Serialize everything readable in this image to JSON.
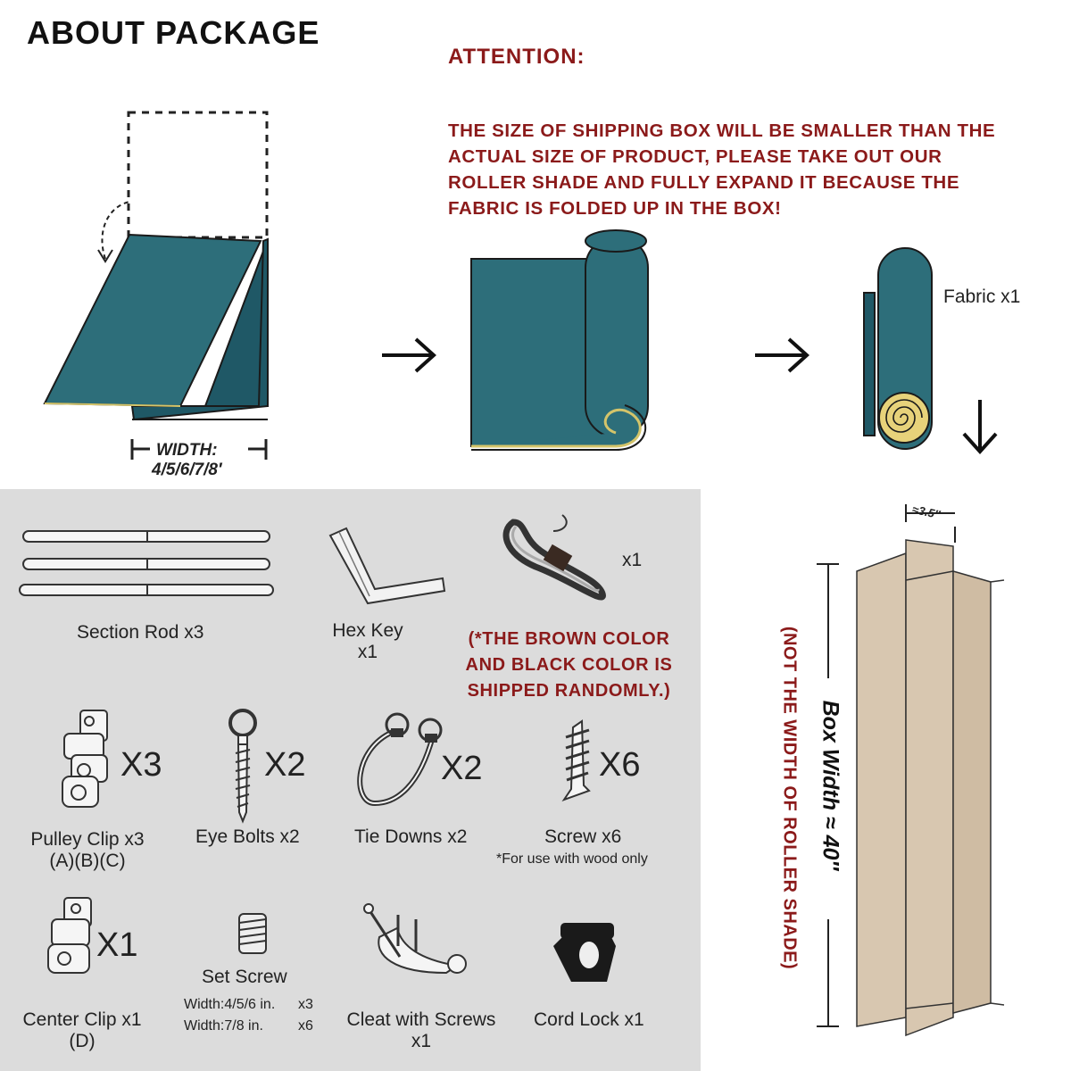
{
  "header": {
    "title": "ABOUT PACKAGE",
    "attention_title": "ATTENTION:",
    "attention_lines": [
      "THE SIZE OF SHIPPING BOX WILL BE SMALLER THAN THE",
      "ACTUAL SIZE OF PRODUCT, PLEASE TAKE OUT OUR",
      "ROLLER SHADE AND FULLY EXPAND IT BECAUSE THE",
      "FABRIC IS FOLDED UP IN THE BOX!"
    ]
  },
  "fabric": {
    "width_label": "WIDTH:",
    "width_values": "4/5/6/7/8′",
    "fabric_label": "Fabric x1"
  },
  "parts": {
    "section_rod": "Section Rod x3",
    "hex_key_line1": "Hex Key",
    "hex_key_line2": "x1",
    "cord_qty": "x1",
    "cord_note_lines": [
      "(*THE BROWN COLOR",
      "AND BLACK COLOR IS",
      "SHIPPED RANDOMLY.)"
    ],
    "pulley_qty": "X3",
    "pulley_line1": "Pulley Clip x3",
    "pulley_line2": "(A)(B)(C)",
    "eye_qty": "X2",
    "eye_label": "Eye Bolts x2",
    "tie_qty": "X2",
    "tie_label": "Tie Downs x2",
    "screw_qty": "X6",
    "screw_label": "Screw x6",
    "screw_note": "*For use with wood only",
    "center_qty": "X1",
    "center_line1": "Center Clip x1",
    "center_line2": "(D)",
    "set_screw_label": "Set Screw",
    "set_screw_rows": [
      {
        "size": "Width:4/5/6 in.",
        "qty": "x3"
      },
      {
        "size": "Width:7/8 in.",
        "qty": "x6"
      }
    ],
    "cleat_line1": "Cleat with Screws",
    "cleat_line2": "x1",
    "cord_lock_label": "Cord Lock x1"
  },
  "box": {
    "depth_label": "≈3.5″",
    "width_label": "Box Width ≈ 40″",
    "note": "(NOT THE WIDTH OF ROLLER SHADE)"
  },
  "colors": {
    "fabric": "#2d6e7a",
    "fabric_dark": "#1f5866",
    "attention_red": "#8b1a1a",
    "panel_gray": "#dcdcdc",
    "box_tan": "#d8c7b0"
  }
}
